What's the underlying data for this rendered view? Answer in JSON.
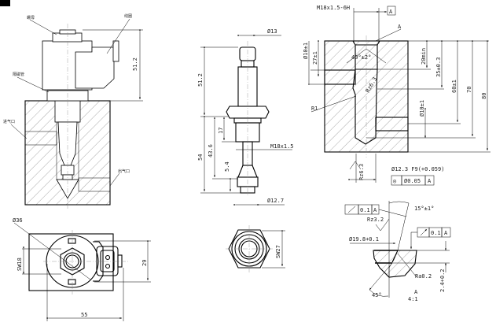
{
  "labels": {
    "nut": "螺母",
    "coil": "线圈",
    "sleeve_nut": "隔磁管",
    "inlet": "进气口",
    "outlet": "出气口"
  },
  "dims_left": {
    "height": "51.2",
    "diameter": "Ø36",
    "sw": "SW18",
    "h29": "29",
    "w55": "55"
  },
  "dims_mid": {
    "d13": "Ø13",
    "h51": "51.2",
    "h54": "54",
    "h43": "43.6",
    "h17": "17",
    "h5": "5.4",
    "thread": "M18x1.5",
    "d127": "Ø12.7",
    "sw27": "SW27"
  },
  "dims_right": {
    "thread": "M18x1.5-6H",
    "datum": "A",
    "detail_ref": "A",
    "d10a": "Ø10±1",
    "d27": "27±1",
    "angle": "40°±2°",
    "rz": "Rz6.3",
    "r1": "R1",
    "d20": "20min",
    "d35": "35±0.3",
    "d60": "60±1",
    "d70": "70",
    "d80": "80",
    "d10b": "Ø10±1",
    "rz2": "Rz6.3",
    "bore": "Ø12.3 F9(+0.059)",
    "tol_sym": "◎",
    "tol_val": "Ø0.05",
    "tol_datum": "A"
  },
  "detail": {
    "runout1": "0.1",
    "runout1_datum": "A",
    "angle": "15°±1°",
    "rz": "Rz3.2",
    "runout2": "0.1",
    "runout2_datum": "A",
    "diameter": "Ø19.8+0.1",
    "ra": "Ra0.2",
    "chamfer": "45°",
    "depth": "2.4+0.2",
    "title": "A",
    "scale": "4:1"
  }
}
